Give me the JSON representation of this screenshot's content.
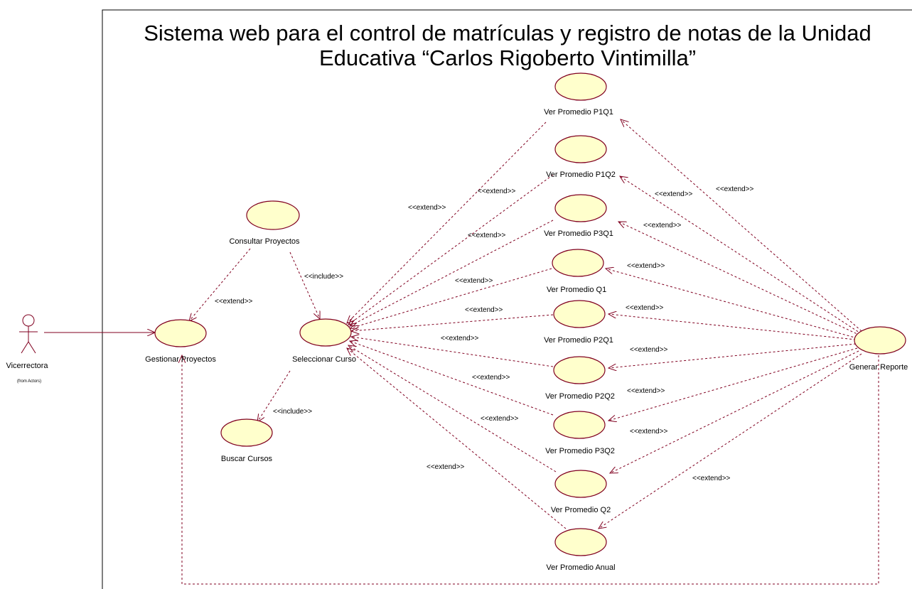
{
  "title": {
    "line1": "Sistema web para el control de matrículas y registro de notas de la Unidad",
    "line2": "Educativa “Carlos Rigoberto Vintimilla”"
  },
  "actor": {
    "name": "Vicerrectora",
    "from": "(from Actors)"
  },
  "use_cases": {
    "gestionar": "Gestionar Proyectos",
    "consultar": "Consultar Proyectos",
    "seleccionar": "Seleccionar Curso",
    "buscar": "Buscar Cursos",
    "p1q1": "Ver Promedio P1Q1",
    "p1q2": "Ver Promedio P1Q2",
    "p3q1": "Ver Promedio P3Q1",
    "q1": "Ver Promedio Q1",
    "p2q1": "Ver Promedio P2Q1",
    "p2q2": "Ver Promedio P2Q2",
    "p3q2": "Ver Promedio P3Q2",
    "q2": "Ver Promedio Q2",
    "anual": "Ver Promedio Anual",
    "reporte": "Generar Reporte"
  },
  "stereotypes": {
    "extend": "<<extend>>",
    "include": "<<include>>"
  },
  "colors": {
    "usecase_fill": "#ffffcc",
    "line": "#800020"
  }
}
